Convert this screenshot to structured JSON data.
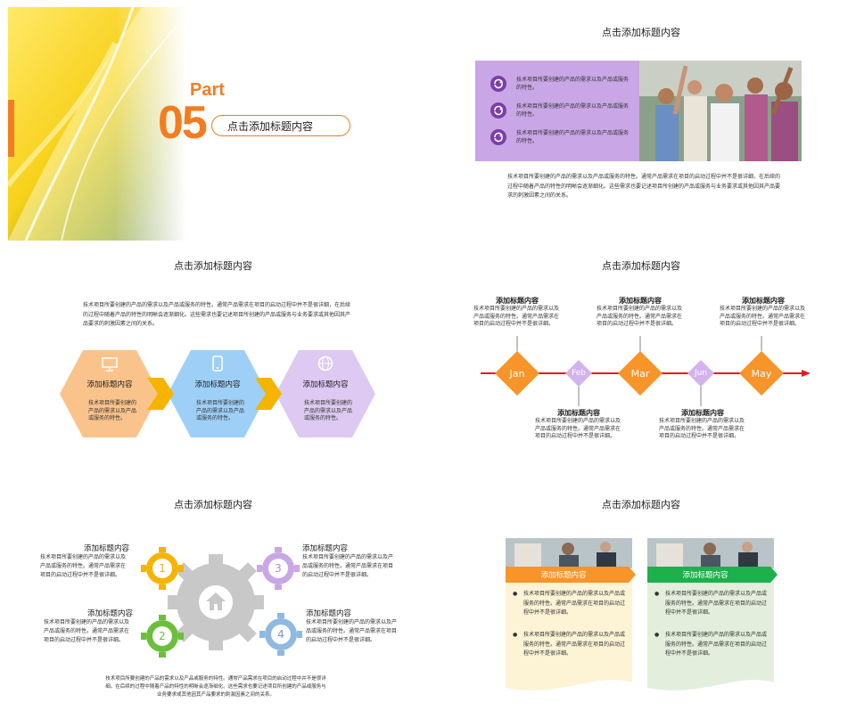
{
  "colors": {
    "orange": "#f47c20",
    "purple": "#c9a6e6",
    "lilac": "#d9c3f0",
    "blue": "#9ed0f7",
    "peach": "#fbc38c",
    "green": "#1db04b",
    "red": "#e31b1b",
    "gray": "#c5c5c5"
  },
  "s1": {
    "part": "Part",
    "num": "05",
    "title": "点击添加标题内容"
  },
  "s2": {
    "title": "点击添加标题内容",
    "items": [
      "技术项目所要创建的产品的需求以及产品或服务的特性。",
      "技术项目所要创建的产品的需求以及产品或服务的特性。",
      "技术项目所要创建的产品的需求以及产品或服务的特性。"
    ],
    "para": "技术项目所要创建的产品的需求以及产品或服务的特性。通常产品需求在项目的启动过程中并不是很详细，在后续的过程中随着产品的特性的明晰会逐渐细化。这些需求也要记述项目所创建的产品或服务与业务要求或其他因其产品要求的刺激因素之间的关系。"
  },
  "s3": {
    "title": "点击添加标题内容",
    "para": "技术项目所要创建的产品的需求以及产品或服务的特性。通常产品需求在项目的启动过程中并不是很详细，在后续的过程中随着产品的特性的明晰会逐渐细化。这些需求也要记述项目所创建的产品或服务与业务要求或其他因其产品要求的刺激因素之间的关系。",
    "hexes": [
      {
        "icon": "monitor-icon",
        "label": "添加标题内容",
        "text": "技术项目所要创建的产品的需求以及产品或服务的特性。"
      },
      {
        "icon": "phone-icon",
        "label": "添加标题内容",
        "text": "技术项目所要创建的产品的需求以及产品或服务的特性。"
      },
      {
        "icon": "globe-icon",
        "label": "添加标题内容",
        "text": "技术项目所要创建的产品的需求以及产品或服务的特性。"
      }
    ]
  },
  "s4": {
    "title": "点击添加标题内容",
    "months": [
      "Jan",
      "Feb",
      "Mar",
      "Jun",
      "May"
    ],
    "top": [
      {
        "h": "添加标题内容",
        "t": "技术项目所要创建的产品的需求以及产品或服务的特性。通常产品需求在项目的启动过程中并不是很详细。"
      },
      {
        "h": "添加标题内容",
        "t": "技术项目所要创建的产品的需求以及产品或服务的特性。通常产品需求在项目的启动过程中并不是很详细。"
      },
      {
        "h": "添加标题内容",
        "t": "技术项目所要创建的产品的需求以及产品或服务的特性。通常产品需求在项目的启动过程中并不是很详细。"
      }
    ],
    "bottom": [
      {
        "h": "添加标题内容",
        "t": "技术项目所要创建的产品的需求以及产品或服务的特性。通常产品需求在项目的启动过程中并不是很详细。"
      },
      {
        "h": "添加标题内容",
        "t": "技术项目所要创建的产品的需求以及产品或服务的特性。通常产品需求在项目的启动过程中并不是很详细。"
      }
    ]
  },
  "s5": {
    "title": "点击添加标题内容",
    "nums": [
      "1",
      "2",
      "3",
      "4"
    ],
    "blocks": [
      {
        "h": "添加标题内容",
        "t": "技术项目所要创建的产品的需求以及产品或服务的特性。通常产品需求在项目的启动过程中并不是很详细。"
      },
      {
        "h": "添加标题内容",
        "t": "技术项目所要创建的产品的需求以及产品或服务的特性。通常产品需求在项目的启动过程中并不是很详细。"
      },
      {
        "h": "添加标题内容",
        "t": "技术项目所要创建的产品的需求以及产品或服务的特性。通常产品需求在项目的启动过程中并不是很详细。"
      },
      {
        "h": "添加标题内容",
        "t": "技术项目所要创建的产品的需求以及产品或服务的特性。通常产品需求在项目的启动过程中并不是很详细。"
      }
    ],
    "para": "技术项目所要创建的产品的需求以及产品或服务的特性。通常产品需求在项目的启动过程中并不是很详细。在后续的过程中随着产品的特性的明晰会逐渐细化。这些需求也要记述项目所创建的产品或服务与业务要求或其他因其产品要求的刺激因素之间的关系。"
  },
  "s6": {
    "title": "点击添加标题内容",
    "cards": [
      {
        "label": "添加标题内容",
        "bullets": [
          "技术项目所要创建的产品的需求以及产品或服务的特性。通常产品需求在项目的启动过程中并不是很详细。",
          "技术项目所要创建的产品的需求以及产品或服务的特性。通常产品需求在项目的启动过程中并不是很详细。"
        ]
      },
      {
        "label": "添加标题内容",
        "bullets": [
          "技术项目所要创建的产品的需求以及产品或服务的特性。通常产品需求在项目的启动过程中并不是很详细。",
          "技术项目所要创建的产品的需求以及产品或服务的特性。通常产品需求在项目的启动过程中并不是很详细。"
        ]
      }
    ]
  }
}
